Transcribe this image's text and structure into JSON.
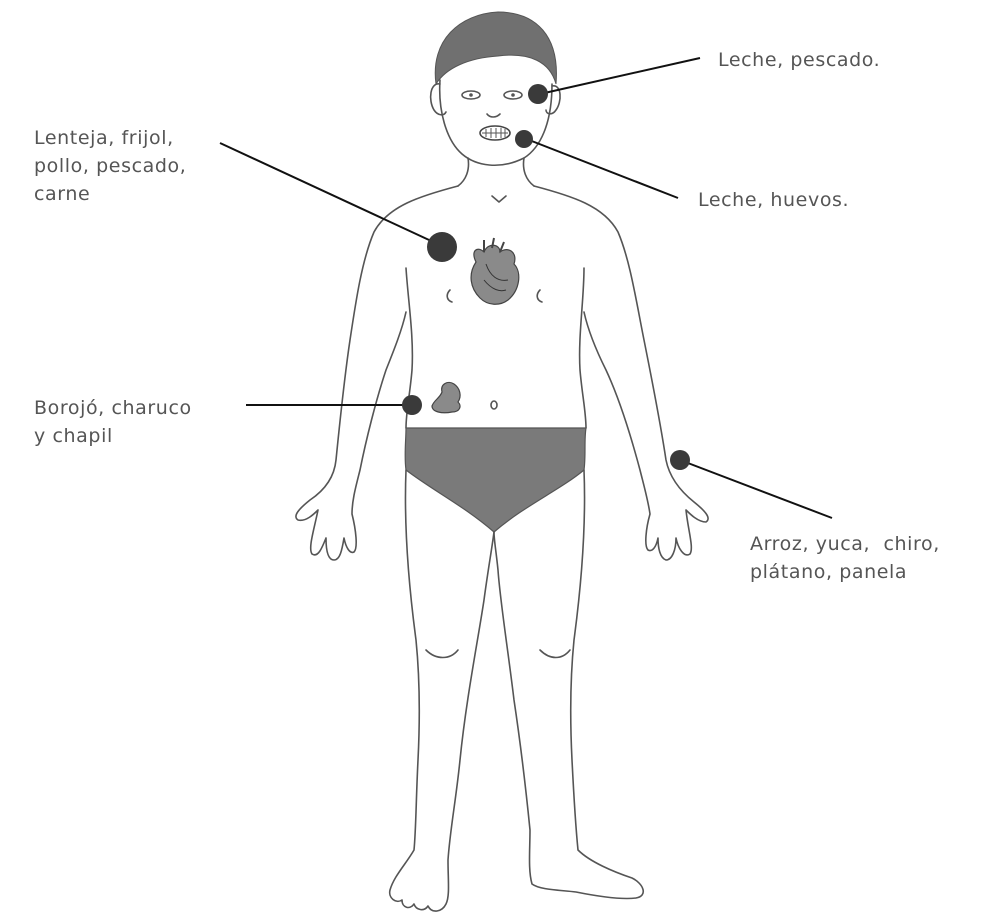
{
  "annotations": [
    {
      "id": "head",
      "lines": [
        "Leche, pescado."
      ]
    },
    {
      "id": "mouth",
      "lines": [
        "Leche, huevos."
      ]
    },
    {
      "id": "chest",
      "lines": [
        "Lenteja, frijol,",
        "pollo, pescado,",
        "carne"
      ]
    },
    {
      "id": "abdomen",
      "lines": [
        "Borojó, charuco",
        "y chapil"
      ]
    },
    {
      "id": "arm",
      "lines": [
        "Arroz, yuca,  chiro,",
        "plátano, panela"
      ]
    }
  ],
  "colors": {
    "label_text": "#555555",
    "pointer_line": "#111111",
    "marker_dot": "#3a3a3a",
    "body_outline": "#555555",
    "hair_fill": "#707070",
    "briefs_fill": "#7a7a7a"
  },
  "icons": [
    "heart-icon",
    "liver-icon"
  ]
}
